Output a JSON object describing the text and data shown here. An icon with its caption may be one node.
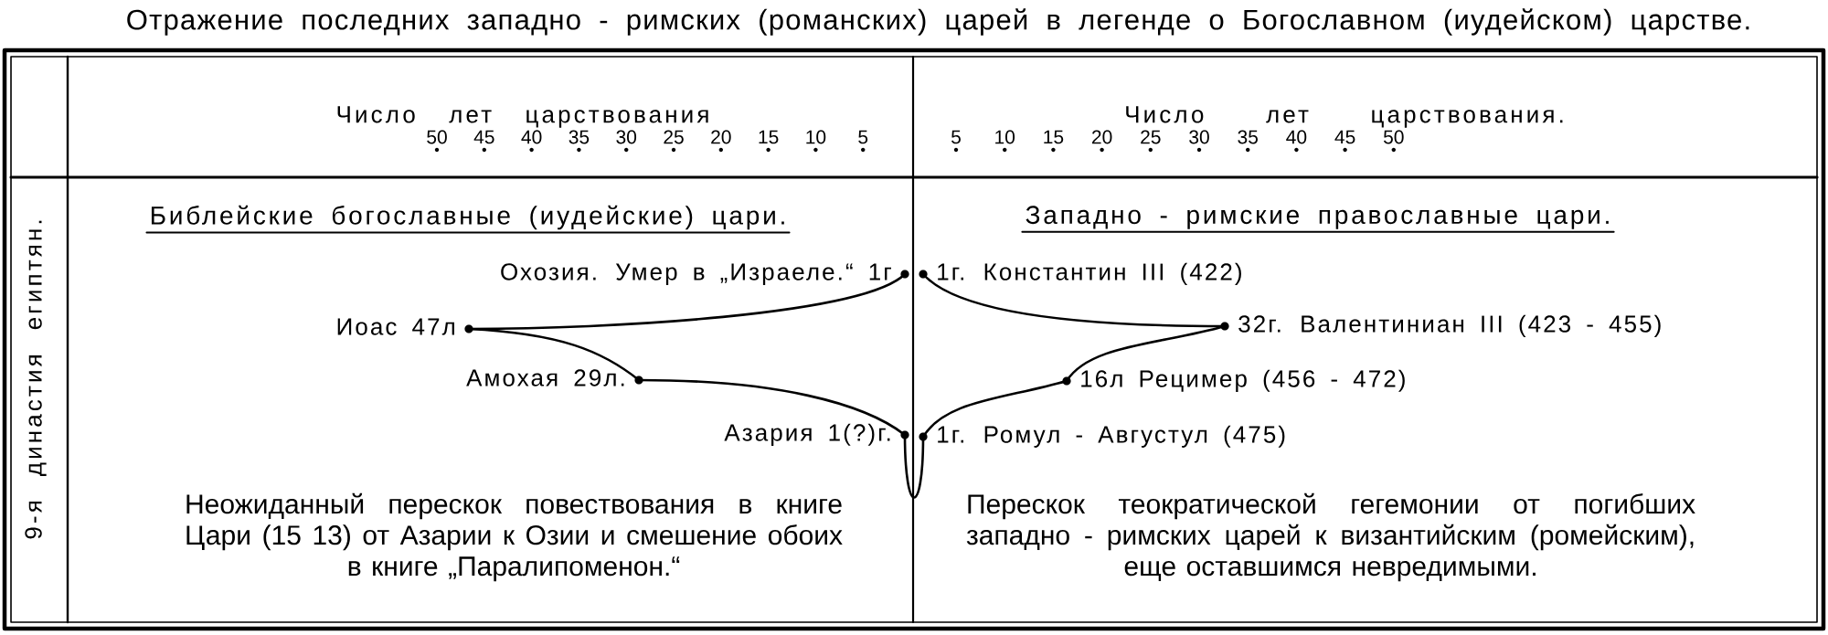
{
  "diagram": {
    "title": "Отражение последних западно - римских (романских) царей в легенде о Богославном (иудейском) царстве.",
    "nodes": [
      {
        "text": [
          "Охозия. Умер в „Израеле.“ 1г"
        ]
      },
      {
        "text": [
          "1г. Константин III (422)"
        ]
      },
      {
        "text": [
          "Иоас 47л"
        ]
      },
      {
        "text": [
          "32г. Валентиниан III (423 - 455)"
        ]
      },
      {
        "text": [
          "Амохая 29л."
        ]
      },
      {
        "text": [
          "16л Рецимер (456 - 472)"
        ]
      },
      {
        "text": [
          "Азария 1(?)г."
        ]
      },
      {
        "text": [
          "1г. Ромул - Августул (475)"
        ]
      }
    ],
    "edges": [
      {
        "from": 0,
        "to": 2,
        "arrow": "none"
      },
      {
        "from": 2,
        "to": 4,
        "arrow": "none"
      },
      {
        "from": 4,
        "to": 6,
        "arrow": "none"
      },
      {
        "from": 1,
        "to": 3,
        "arrow": "none"
      },
      {
        "from": 3,
        "to": 5,
        "arrow": "none"
      },
      {
        "from": 5,
        "to": 7,
        "arrow": "none"
      },
      {
        "from": 6,
        "to": 7,
        "arrow": "none"
      }
    ],
    "labels": [
      "Число лет царствования",
      "50",
      "45",
      "40",
      "35",
      "30",
      "25",
      "20",
      "15",
      "10",
      "5",
      "Число лет царствования.",
      "5",
      "10",
      "15",
      "20",
      "25",
      "30",
      "35",
      "40",
      "45",
      "50",
      "9-я династия египтян.",
      "Библейские богославные (иудейские) цари.",
      "Западно - римские православные цари.",
      "Неожиданный перескок повествования в книге Цари (15 13) от Азарии к Озии и смешение обоих в книге „Паралипоменон.“",
      "Перескок теократической гегемонии от погибших западно - римских царей к византийским (ромейским), еще оставшимся невредимыми."
    ]
  }
}
